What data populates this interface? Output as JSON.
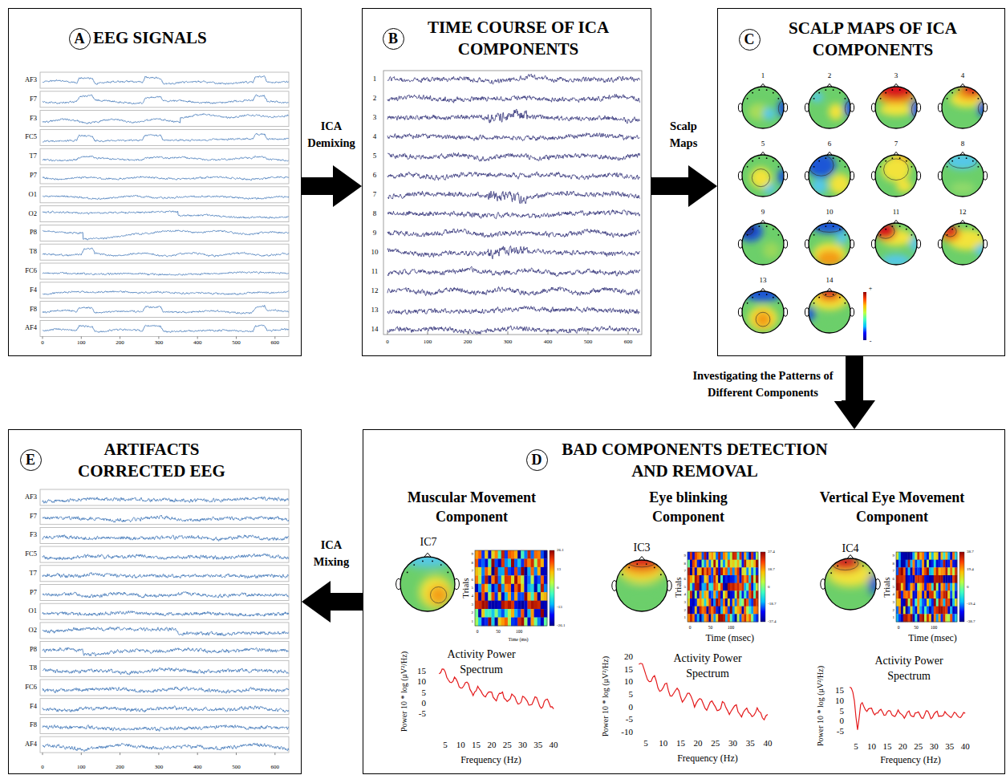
{
  "diagram": {
    "nodes": [
      {
        "text": [
          "EEG SIGNALS"
        ]
      },
      {
        "text": [
          "A"
        ],
        "in": 0
      },
      {
        "text": [
          "TIME COURSE OF ICA COMPONENTS"
        ]
      },
      {
        "text": [
          "B"
        ],
        "in": 2
      },
      {
        "text": [
          "SCALP MAPS OF ICA COMPONENTS"
        ]
      },
      {
        "text": [
          "C"
        ],
        "in": 4
      },
      {
        "text": [
          "BAD COMPONENTS DETECTION AND REMOVAL"
        ]
      },
      {
        "text": [
          "D"
        ],
        "in": 6
      },
      {
        "text": [
          "ARTIFACTS CORRECTED EEG"
        ]
      },
      {
        "text": [
          "E"
        ],
        "in": 8
      }
    ],
    "edges": [
      {
        "from": 0,
        "to": 2,
        "label": "ICA Demixing",
        "arrow": "to"
      },
      {
        "from": 2,
        "to": 4,
        "label": "Scalp Maps",
        "arrow": "to"
      },
      {
        "from": 4,
        "to": 6,
        "label": "Investigating the Patterns of Different Components",
        "arrow": "to"
      },
      {
        "from": 6,
        "to": 8,
        "label": "ICA Mixing",
        "arrow": "to"
      }
    ],
    "labels": [
      "AF3",
      "F7",
      "F3",
      "FC5",
      "T7",
      "P7",
      "O1",
      "O2",
      "P8",
      "T8",
      "FC6",
      "F4",
      "F8",
      "AF4",
      "0",
      "100",
      "200",
      "300",
      "400",
      "500",
      "600",
      "1",
      "2",
      "3",
      "4",
      "5",
      "6",
      "7",
      "8",
      "9",
      "10",
      "11",
      "12",
      "13",
      "14",
      "0",
      "100",
      "200",
      "300",
      "400",
      "500",
      "600",
      "1",
      "2",
      "3",
      "4",
      "5",
      "6",
      "7",
      "8",
      "9",
      "10",
      "11",
      "12",
      "13",
      "14",
      "+",
      "-",
      "Muscular Movement Component",
      "Eye blinking Component",
      "Vertical Eye Movement Component",
      "IC7",
      "Trials",
      "9",
      "8",
      "7",
      "6",
      "5",
      "4",
      "3",
      "2",
      "1",
      "0",
      "50",
      "100",
      "Time (ms)",
      "26.1",
      "13",
      "0",
      "-13",
      "-26.1",
      "Activity Power Spectrum",
      "Power 10 * log (μV²/Hz)",
      "15",
      "10",
      "5",
      "0",
      "-5",
      "5",
      "10",
      "15",
      "20",
      "25",
      "30",
      "35",
      "40",
      "Frequency (Hz)",
      "IC3",
      "Trials",
      "9",
      "8",
      "7",
      "6",
      "5",
      "4",
      "3",
      "2",
      "1",
      "0",
      "50",
      "100",
      "Time (msec)",
      "37.4",
      "18.7",
      "0",
      "-18.7",
      "-37.4",
      "Activity Power Spectrum",
      "Power 10 * log (μV²/Hz)",
      "20",
      "15",
      "10",
      "5",
      "0",
      "-5",
      "-10",
      "5",
      "10",
      "15",
      "20",
      "25",
      "30",
      "35",
      "40",
      "Frequency (Hz)",
      "IC4",
      "Trials",
      "9",
      "8",
      "7",
      "6",
      "5",
      "4",
      "3",
      "2",
      "1",
      "0",
      "50",
      "100",
      "Time (msec)",
      "38.7",
      "19.4",
      "0",
      "-19.4",
      "-38.7",
      "Activity Power Spectrum",
      "Power 10 * log (μV²/Hz)",
      "15",
      "10",
      "5",
      "0",
      "-5",
      "5",
      "10",
      "15",
      "20",
      "25",
      "30",
      "35",
      "40",
      "Frequency (Hz)",
      "AF3",
      "F7",
      "F3",
      "FC5",
      "T7",
      "P7",
      "O1",
      "O2",
      "P8",
      "T8",
      "FC6",
      "F4",
      "F8",
      "AF4",
      "0",
      "100",
      "200",
      "300",
      "400",
      "500",
      "600"
    ]
  }
}
